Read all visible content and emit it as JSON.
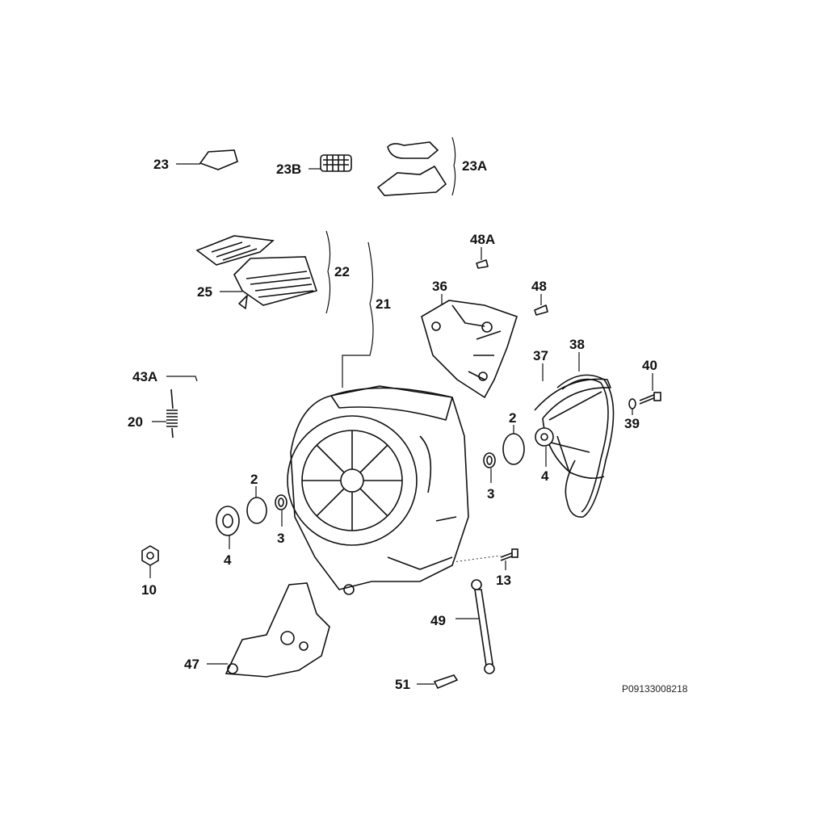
{
  "diagram": {
    "labels": {
      "p23": "23",
      "p23B": "23B",
      "p23A": "23A",
      "p22": "22",
      "p21": "21",
      "p25": "25",
      "p48A": "48A",
      "p36": "36",
      "p48": "48",
      "p37": "37",
      "p38": "38",
      "p40": "40",
      "p39": "39",
      "p43A": "43A",
      "p20": "20",
      "p2_right": "2",
      "p4_right": "4",
      "p3_right": "3",
      "p2_left": "2",
      "p3_left": "3",
      "p4_left": "4",
      "p10": "10",
      "p13": "13",
      "p49": "49",
      "p47": "47",
      "p51": "51"
    },
    "drawing_code": "P09133008218"
  }
}
